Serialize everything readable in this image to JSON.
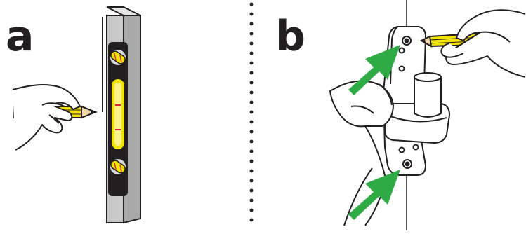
{
  "panels": [
    {
      "id": "a",
      "label": "a"
    },
    {
      "id": "b",
      "label": "b"
    }
  ],
  "colors": {
    "outline": "#231f20",
    "level_body": "#c8c8c8",
    "vial_fill": "#231f20",
    "vial_liquid": "#f2e600",
    "vial_mark": "#d7263d",
    "pencil_yellow": "#f5e400",
    "pencil_wood": "#f3d7a6",
    "arrow_green": "#2eab45",
    "bracket_fill": "#ffffff"
  },
  "icons": {
    "panel_a": [
      "spirit-level-icon",
      "pencil-icon",
      "hand-icon"
    ],
    "panel_b": [
      "wall-bracket-icon",
      "pencil-icon",
      "hand-icon",
      "arrow-icon",
      "screw-hole-icon"
    ]
  }
}
